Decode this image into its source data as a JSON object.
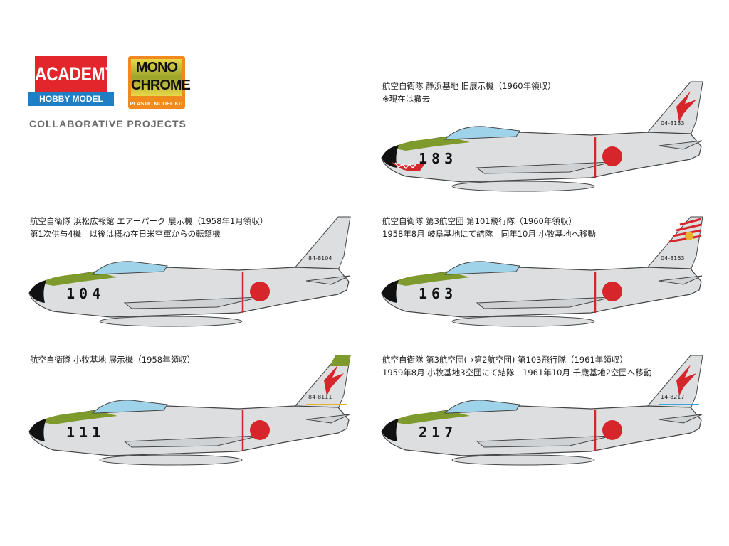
{
  "logos": {
    "academy_title": "ACADEMY",
    "academy_subtitle": "HOBBY MODEL KITS",
    "mono_line1": "MONO",
    "mono_line2": "CHROME",
    "mono_subtitle": "PLASTIC MODEL KIT",
    "collab_text": "COLLABORATIVE PROJECTS"
  },
  "aircraft": [
    {
      "caption": [
        "航空自衛隊 静浜基地 旧展示機（1960年領収）",
        "※現在は撤去"
      ],
      "nose_number": "183",
      "serial": "04-8183",
      "tail_style": "emblem",
      "shark_mouth": true
    },
    {
      "caption": [
        "航空自衛隊 浜松広報館 エアーパーク 展示機（1958年1月領収）",
        "第1次供与4機　以後は概ね在日米空軍からの転籍機"
      ],
      "nose_number": "104",
      "serial": "84-8104",
      "tail_style": "plain",
      "shark_mouth": false
    },
    {
      "caption": [
        "航空自衛隊 第3航空団 第101飛行隊（1960年領収）",
        "1958年8月 岐阜基地にて結隊　同年10月 小牧基地へ移動"
      ],
      "nose_number": "163",
      "serial": "04-8163",
      "tail_style": "stripes",
      "shark_mouth": false
    },
    {
      "caption": [
        "航空自衛隊 小牧基地 展示機（1958年領収）"
      ],
      "nose_number": "111",
      "serial": "84-8111",
      "tail_style": "green-emblem",
      "shark_mouth": false
    },
    {
      "caption": [
        "航空自衛隊 第3航空団(→第2航空団) 第103飛行隊（1961年領収）",
        "1959年8月 小牧基地3空団にて結隊　1961年10月 千歳基地2空団へ移動"
      ],
      "nose_number": "217",
      "serial": "14-8217",
      "tail_style": "blue-emblem",
      "shark_mouth": false
    }
  ],
  "colors": {
    "hinomaru": "#d7262b",
    "olive": "#7f9a2c",
    "silver": "#dcdee0",
    "canopy": "#9fd3ea"
  }
}
